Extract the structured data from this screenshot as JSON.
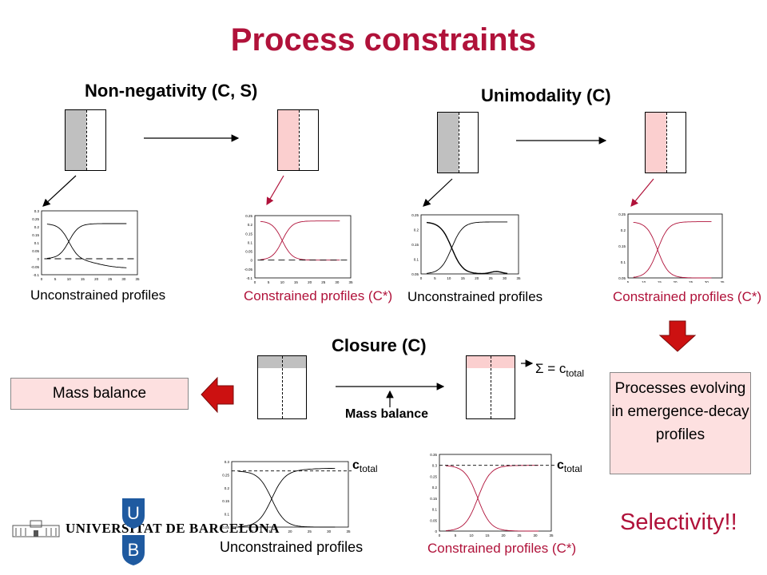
{
  "title": "Process constraints",
  "sections": {
    "nonneg": "Non-negativity (C, S)",
    "unimodal": "Unimodality (C)",
    "closure": "Closure (C)"
  },
  "captions": {
    "unconstrained": "Unconstrained profiles",
    "constrained": "Constrained profiles (C*)"
  },
  "mass_balance_box": "Mass balance",
  "mass_balance_label": "Mass balance",
  "processes_box": "Processes evolving in emergence-decay profiles",
  "selectivity": "Selectivity!!",
  "sum_label": "Σ = c",
  "sum_sub": "total",
  "ctotal_main": "c",
  "ctotal_sub": "total",
  "university": "UNIVERSITAT DE BARCELONA",
  "logo_letters": {
    "top": "U",
    "bottom": "B"
  },
  "colors": {
    "title": "#b0123a",
    "constrained": "#b0123a",
    "shade_gray": "#c0c0c0",
    "shade_pink": "#fbcfcf",
    "box_fill": "#fde0e0",
    "arrow_red": "#cc1111",
    "logo_blue": "#1f5aa0"
  },
  "chart_data": [
    {
      "type": "line",
      "ylim": [
        -0.1,
        0.3
      ],
      "xlim": [
        0,
        35
      ],
      "yticks": [
        "0.3",
        "0.25",
        "0.2",
        "0.15",
        "0.1",
        "0.05",
        "0",
        "-0.05",
        "-0.1"
      ],
      "xticks": [
        "0",
        "5",
        "10",
        "15",
        "20",
        "25",
        "30",
        "35"
      ]
    },
    {
      "type": "line",
      "ylim": [
        -0.1,
        0.25
      ],
      "xlim": [
        0,
        35
      ],
      "yticks": [
        "0.25",
        "0.2",
        "0.15",
        "0.1",
        "0.05",
        "0",
        "-0.05",
        "-0.1"
      ],
      "xticks": [
        "0",
        "5",
        "10",
        "15",
        "20",
        "25",
        "30",
        "35"
      ]
    },
    {
      "type": "line",
      "ylim": [
        0,
        0.25
      ],
      "xlim": [
        0,
        35
      ],
      "yticks": [
        "0.25",
        "0.2",
        "0.15",
        "0.1",
        "0.05"
      ],
      "xticks": [
        "0",
        "5",
        "10",
        "15",
        "20",
        "25",
        "30",
        "35"
      ]
    },
    {
      "type": "line",
      "ylim": [
        0,
        0.25
      ],
      "xlim": [
        0,
        35
      ],
      "yticks": [
        "0.25",
        "0.2",
        "0.15",
        "0.1",
        "0.05"
      ],
      "xticks": [
        "5",
        "10",
        "15",
        "20",
        "25",
        "30",
        "35"
      ]
    },
    {
      "type": "line",
      "ylim": [
        0,
        0.35
      ],
      "xlim": [
        0,
        35
      ],
      "yticks": [
        "0.3",
        "0.25",
        "0.2",
        "0.15",
        "0.1",
        "0.05"
      ],
      "xticks": [
        "5",
        "10",
        "15",
        "20",
        "25",
        "30",
        "35"
      ]
    },
    {
      "type": "line",
      "ylim": [
        0,
        0.35
      ],
      "xlim": [
        0,
        35
      ],
      "yticks": [
        "0.35",
        "0.3",
        "0.25",
        "0.2",
        "0.15",
        "0.1",
        "0.05",
        "0"
      ],
      "xticks": [
        "0",
        "5",
        "10",
        "15",
        "20",
        "25",
        "30",
        "35"
      ]
    }
  ]
}
